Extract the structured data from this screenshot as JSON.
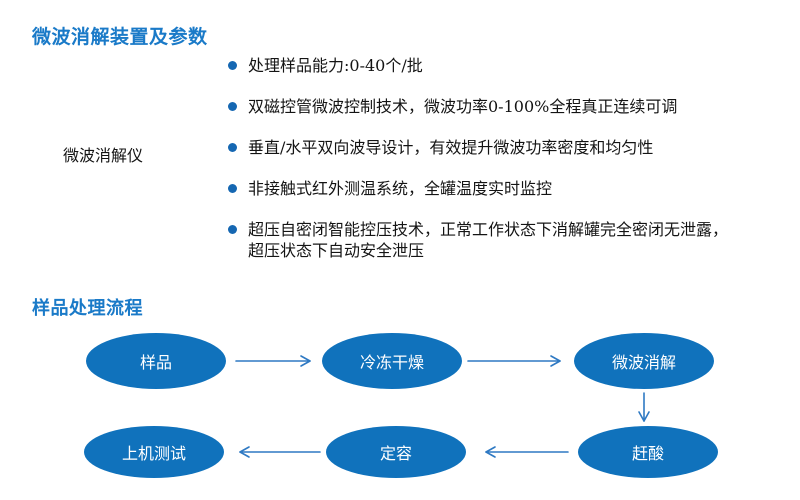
{
  "section1": {
    "title": "微波消解装置及参数",
    "device_label": "微波消解仪",
    "bullets": [
      "处理样品能力:0-40个/批",
      "双磁控管微波控制技术，微波功率0-100%全程真正连续可调",
      "垂直/水平双向波导设计，有效提升微波功率密度和均匀性",
      "非接触式红外测温系统，全罐温度实时监控",
      "超压自密闭智能控压技术，正常工作状态下消解罐完全密闭无泄露，\n超压状态下自动安全泄压"
    ]
  },
  "section2": {
    "title": "样品处理流程",
    "flow": {
      "nodes": [
        {
          "label": "样品"
        },
        {
          "label": "冷冻干燥"
        },
        {
          "label": "微波消解"
        },
        {
          "label": "赶酸"
        },
        {
          "label": "定容"
        },
        {
          "label": "上机测试"
        }
      ],
      "arrows": [
        {
          "from": "样品",
          "to": "冷冻干燥",
          "direction": "right"
        },
        {
          "from": "冷冻干燥",
          "to": "微波消解",
          "direction": "right"
        },
        {
          "from": "微波消解",
          "to": "赶酸",
          "direction": "down"
        },
        {
          "from": "赶酸",
          "to": "定容",
          "direction": "left"
        },
        {
          "from": "定容",
          "to": "上机测试",
          "direction": "left"
        }
      ]
    }
  },
  "colors": {
    "title_blue": "#1a7ac8",
    "node_blue": "#1072bc",
    "arrow_blue": "#2e79c3",
    "bullet_dot_blue": "#1567b2",
    "body_text": "#141414",
    "node_text": "#ffffff",
    "background": "#ffffff"
  }
}
